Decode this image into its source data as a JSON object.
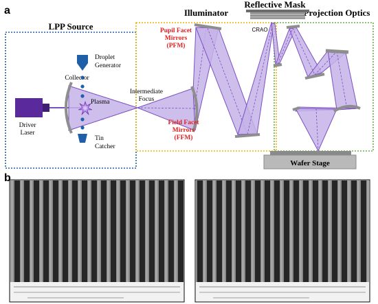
{
  "panel_a": {
    "panel_label": "a",
    "lpp_source_title": "LPP Source",
    "illuminator_title": "Illuminator",
    "mask_title": "Reflective Mask",
    "projection_title": "Projection Optics",
    "driver_laser_line1": "Driver",
    "driver_laser_line2": "Laser",
    "collector": "Collector",
    "droplet_line1": "Droplet",
    "droplet_line2": "Generator",
    "plasma": "Plasma",
    "tin_line1": "Tin",
    "tin_line2": "Catcher",
    "focus_line1": "Intermediate",
    "focus_line2": "Focus",
    "pfm_line1": "Pupil Facet",
    "pfm_line2": "Mirrors",
    "pfm_line3": "(PFM)",
    "ffm_line1": "Field Facet",
    "ffm_line2": "Mirrors",
    "ffm_line3": "(FFM)",
    "crao": "CRAO",
    "wafer_stage": "Wafer Stage"
  },
  "panel_b": {
    "panel_label": "b"
  },
  "colors": {
    "lpp_box": "#1f5fa8",
    "illuminator_box": "#f0b400",
    "projection_box": "#6ab04c",
    "light_fill": "#c6b3e8",
    "light_stroke": "#7b4fc2",
    "red_label": "#e02020",
    "laser": "#5a2a9c",
    "droplet": "#1f5fa8",
    "stage": "#b9b9b9"
  }
}
